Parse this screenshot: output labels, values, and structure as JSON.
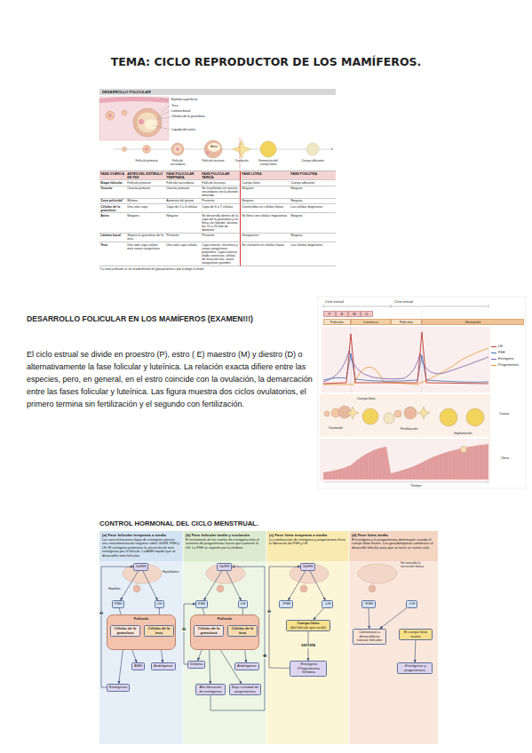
{
  "diagram": {
    "title": "TEMA: CICLO REPRODUCTOR DE LOS MAMÍFEROS.",
    "nodes": [
      {
        "text": [
          "DESARROLLO FOLICULAR"
        ]
      },
      {
        "text": [
          "P"
        ]
      },
      {
        "text": [
          "E"
        ]
      },
      {
        "text": [
          "M"
        ]
      },
      {
        "text": [
          "D"
        ]
      },
      {
        "text": [
          "Folicular"
        ]
      },
      {
        "text": [
          "Luteínica"
        ]
      },
      {
        "text": [
          "Folicular"
        ]
      },
      {
        "text": [
          "Gestación"
        ]
      },
      {
        "text": [
          "(a) Fase folicular temprana a media",
          "Las concentraciones bajas de estrógeno ejercen una retroalimentación negativa sobre GnRH, FSH y LH. El estrógeno promueve la secreción de más estrógenos por el folículo. La AMH impide que se desarrollen más folículos."
        ]
      },
      {
        "text": [
          "GnRH"
        ],
        "in": 9
      },
      {
        "text": [
          "FSH"
        ],
        "in": 9
      },
      {
        "text": [
          "LH"
        ],
        "in": 9
      },
      {
        "text": [
          "Folículo"
        ],
        "in": 9
      },
      {
        "text": [
          "Células de la granulosa"
        ],
        "in": 13
      },
      {
        "text": [
          "Células de la teca"
        ],
        "in": 13
      },
      {
        "text": [
          "AMH"
        ],
        "in": 9
      },
      {
        "text": [
          "Andrógenos"
        ],
        "in": 9
      },
      {
        "text": [
          "Estrógenos"
        ],
        "in": 9
      },
      {
        "text": [
          "(b) Fase folicular tardía y ovulación",
          "El incremento de los niveles de estrógeno más el aumento de progesterona hacen que aumente la LH. La FSH se suprime por la inhibina."
        ]
      },
      {
        "text": [
          "GnRH"
        ],
        "in": 19
      },
      {
        "text": [
          "FSH"
        ],
        "in": 19
      },
      {
        "text": [
          "LH"
        ],
        "in": 19
      },
      {
        "text": [
          "Folículo"
        ],
        "in": 19
      },
      {
        "text": [
          "Células de la granulosa"
        ],
        "in": 23
      },
      {
        "text": [
          "Células de la teca"
        ],
        "in": 23
      },
      {
        "text": [
          "Inhibina"
        ],
        "in": 19
      },
      {
        "text": [
          "Andrógenos"
        ],
        "in": 19
      },
      {
        "text": [
          "Alta liberación de estrógenos"
        ],
        "in": 19
      },
      {
        "text": [
          "Baja cantidad de progesterona"
        ],
        "in": 19
      },
      {
        "text": [
          "(c) Fase lútea temprana a media",
          "La combinación de estrógeno y progesterona frena la liberación de FSH y LH."
        ]
      },
      {
        "text": [
          "GnRH"
        ],
        "in": 30
      },
      {
        "text": [
          "↓FSH"
        ],
        "in": 30
      },
      {
        "text": [
          "↓LH"
        ],
        "in": 30
      },
      {
        "text": [
          "Cuerpo lúteo",
          "(del folículo que ovuló)"
        ],
        "in": 30
      },
      {
        "text": [
          "↑Estrógeno",
          "↑Progesterona",
          "↑Inhibina"
        ],
        "in": 30
      },
      {
        "text": [
          "(d) Fase lútea tardía",
          "El estrógeno y la progesterona disminuyen cuando el cuerpo lúteo muere. Las gonadotropinas comienzan el desarrollo folicular para que se inicie un nuevo ciclo."
        ]
      },
      {
        "text": [
          "↑FSH"
        ],
        "in": 36
      },
      {
        "text": [
          "↑LH"
        ],
        "in": 36
      },
      {
        "text": [
          "Comienzan a desarrollarse nuevos folículos"
        ],
        "in": 36
      },
      {
        "text": [
          "El cuerpo lúteo muere"
        ],
        "in": 36
      },
      {
        "text": [
          "↓Estrógenos y progesterona"
        ],
        "in": 36
      }
    ],
    "edges": [
      {
        "from": 10,
        "to": 11,
        "arrow": "to"
      },
      {
        "from": 10,
        "to": 12,
        "arrow": "to"
      },
      {
        "from": 11,
        "to": 14,
        "arrow": "to"
      },
      {
        "from": 12,
        "to": 15,
        "arrow": "to"
      },
      {
        "from": 15,
        "to": 17,
        "arrow": "to"
      },
      {
        "from": 14,
        "to": 16,
        "arrow": "to"
      },
      {
        "from": 14,
        "to": 18,
        "arrow": "to"
      },
      {
        "from": 18,
        "to": 10,
        "arrow": "to",
        "label": "⊖"
      },
      {
        "from": 20,
        "to": 21,
        "arrow": "to"
      },
      {
        "from": 20,
        "to": 22,
        "arrow": "to"
      },
      {
        "from": 21,
        "to": 24,
        "arrow": "to"
      },
      {
        "from": 22,
        "to": 25,
        "arrow": "to"
      },
      {
        "from": 25,
        "to": 27,
        "arrow": "to"
      },
      {
        "from": 24,
        "to": 26,
        "arrow": "to"
      },
      {
        "from": 24,
        "to": 28,
        "arrow": "to"
      },
      {
        "from": 24,
        "to": 29,
        "arrow": "to"
      },
      {
        "from": 28,
        "to": 20,
        "arrow": "to",
        "label": "⊕"
      },
      {
        "from": 26,
        "to": 21,
        "arrow": "to",
        "label": "⊖"
      },
      {
        "from": 31,
        "to": 32,
        "arrow": "to"
      },
      {
        "from": 31,
        "to": 33,
        "arrow": "to"
      },
      {
        "from": 33,
        "to": 34,
        "arrow": "to"
      },
      {
        "from": 34,
        "to": 35,
        "arrow": "to",
        "label": "secreta"
      },
      {
        "from": 35,
        "to": 31,
        "arrow": "to",
        "label": "⊖"
      },
      {
        "from": 37,
        "to": 39,
        "arrow": "to"
      },
      {
        "from": 38,
        "to": 39,
        "arrow": "to"
      },
      {
        "from": 40,
        "to": 41,
        "arrow": "to"
      }
    ],
    "labels": [
      "Epitelio superficial",
      "Teca",
      "Lámina basal",
      "Células de la granulosa",
      "Líquido del antro",
      "Folículo primario",
      "Folículo secundario",
      "Antro",
      "Folículo terciario",
      "Ovulación",
      "Formación del cuerpo lúteo",
      "Cuerpo albicante",
      "FASE OVÁRICA",
      "ANTES DEL ESTÍMULO DE FSH",
      "FASE FOLICULAR TEMPRANA",
      "FASE FOLICULAR TARDÍA",
      "FASE LÚTEA",
      "FASE POSLÚTEA",
      "Etapa folicular",
      "Folículo primario",
      "Folículo secundario",
      "Folículo terciario",
      "Cuerpo lúteo",
      "Cuerpo albicante",
      "Ovocito",
      "Ovocito primario",
      "Ovocito primario",
      "Se transforma en ovocito secundario con la división detenida",
      "Ninguno",
      "Ninguno",
      "Zona pelúcida*",
      "Mínima",
      "Aumento del grosor",
      "Presente",
      "Ninguna",
      "Ninguna",
      "Células de la granulosa",
      "Una sola capa",
      "Capa de 2 a 4 células",
      "Capa de 6 a 7 células",
      "Convertidas en células lúteas",
      "Las células degeneran",
      "Antro",
      "Ninguno",
      "Ninguno",
      "Se desarrolla dentro de la capa de la granulosa y se llena con líquido; alcanza los 15 a 20 mm de diámetro",
      "Se llena con células migratorias",
      "Ninguno",
      "Lámina basal",
      "Separa la granulosa de la teca",
      "Presente",
      "Presente",
      "Desaparece",
      "Ninguna",
      "Teca",
      "Una sola capa celular más vasos sanguíneos",
      "Una sola capa celular",
      "Capa interna: secretora y vasos sanguíneos pequeños. Capa externa: tejido conectivo, células de músculo liso, vasos sanguíneos grandes",
      "Se convierte en células lúteas",
      "Las células degeneran",
      "*La zona pelúcida es un recubrimiento de glucoproteínas que protege al óvulo.",
      "DESARROLLO FOLICULAR EN LOS MAMÍFEROS (EXAMEN!!!)",
      "El ciclo estrual se divide en proestro (P), estro ( E) maestro (M) y diestro (D) o alternativamente la fase folicular y luteínica. La relación exacta difiere entre las especies, pero, en general, en el estro coincide con la ovulación, la demarcación entre las fases folicular y luteínica. Las figura muestra dos ciclos ovulatorios, el primero termina sin fertilización y el segundo con fertilización.",
      "Ciclo estrual",
      "Ciclo estrual",
      "Ovario",
      "Útero",
      "Cuerpo lúteo",
      "Ovulación",
      "Fertilización",
      "Implantación",
      "Tiempo",
      "CONTROL HORMONAL DEL CICLO MENSTRUAL.",
      "Hipófisis",
      "Hipotálamo",
      "Se reanuda la secreción tónica"
    ],
    "legend": [
      {
        "text": "LH"
      },
      {
        "text": "FSH"
      },
      {
        "text": "Estrógeno"
      },
      {
        "text": "Progesterona"
      }
    ]
  }
}
